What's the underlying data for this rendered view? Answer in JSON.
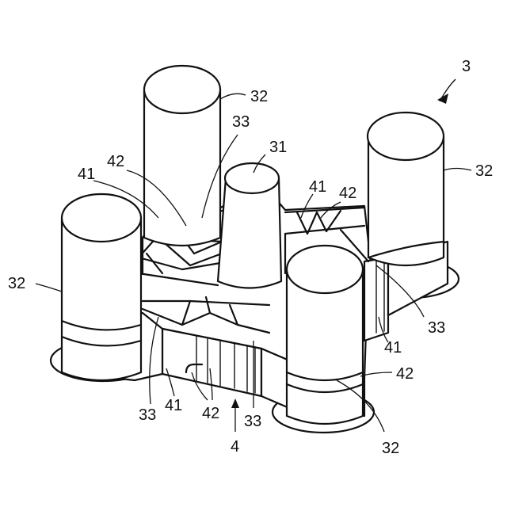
{
  "figure": {
    "assembly_label": "3",
    "reference_numerals": {
      "r31": "31",
      "r32_top": "32",
      "r32_right": "32",
      "r32_left": "32",
      "r32_bottom": "32",
      "r33_top": "33",
      "r33_right": "33",
      "r33_bottom_left": "33",
      "r33_bottom_mid": "33",
      "r41_left": "41",
      "r41_right_top": "41",
      "r41_right": "41",
      "r41_bottom": "41",
      "r42_left": "42",
      "r42_right_top": "42",
      "r42_right": "42",
      "r42_bottom": "42",
      "r4": "4"
    }
  }
}
